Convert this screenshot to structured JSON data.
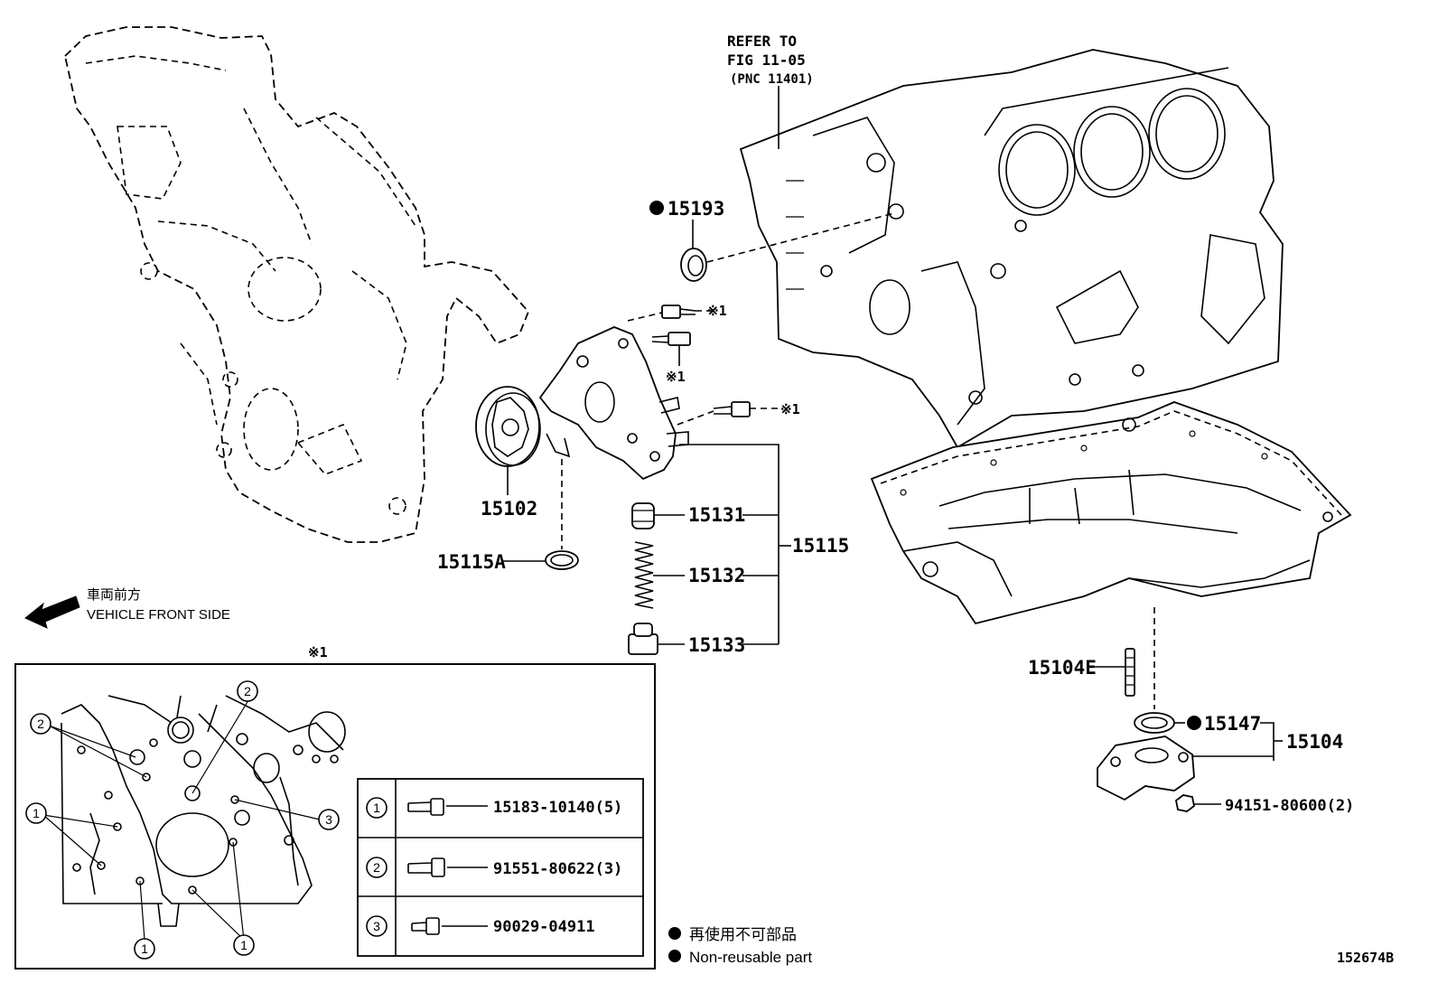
{
  "refer": {
    "line1": "REFER TO",
    "line2": "FIG 11-05",
    "line3": "(PNC 11401)"
  },
  "parts": {
    "p15193": "15193",
    "p15102": "15102",
    "p15115A": "15115A",
    "p15131": "15131",
    "p15132": "15132",
    "p15133": "15133",
    "p15115": "15115",
    "p15104E": "15104E",
    "p15147": "15147",
    "p15104": "15104",
    "p94151": "94151-80600(2)"
  },
  "note_mark": "※1",
  "direction": {
    "jp": "車両前方",
    "en": "VEHICLE FRONT SIDE"
  },
  "detail": {
    "title": "※1",
    "callout1": "1",
    "callout2": "2",
    "callout3": "3",
    "table": [
      {
        "key": "1",
        "part": "15183-10140(5)"
      },
      {
        "key": "2",
        "part": "91551-80622(3)"
      },
      {
        "key": "3",
        "part": "90029-04911"
      }
    ]
  },
  "legend": {
    "jp": "再使用不可部品",
    "en": "Non-reusable part"
  },
  "figure_id": "152674B"
}
